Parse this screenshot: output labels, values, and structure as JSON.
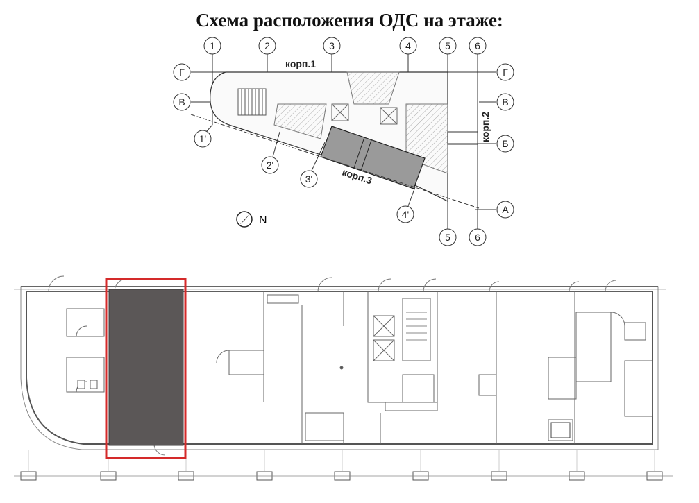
{
  "title": "Схема расположения ОДС на этаже:",
  "site_plan": {
    "axes_top": [
      "1",
      "2",
      "3",
      "4",
      "5",
      "6"
    ],
    "axes_bottom": [
      "5",
      "6"
    ],
    "axes_left": [
      "Г",
      "В"
    ],
    "axes_right": [
      "Г",
      "В",
      "Б",
      "А"
    ],
    "axes_diagonal": [
      "1'",
      "2'",
      "3'",
      "4'"
    ],
    "building_labels": [
      "корп.1",
      "корп.2",
      "корп.3"
    ],
    "north_label": "N"
  },
  "floor_plan": {
    "highlight_color": "#d42a2a",
    "space_fill_color": "#5b5757"
  }
}
